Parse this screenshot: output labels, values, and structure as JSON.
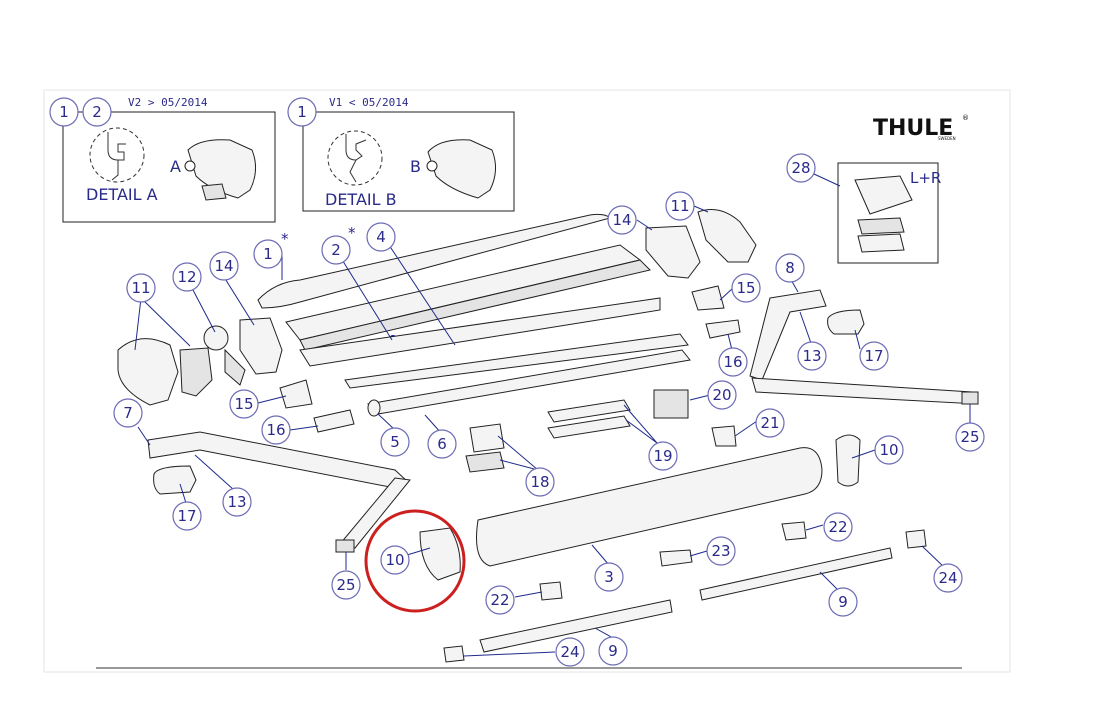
{
  "brand": {
    "name": "THULE",
    "sub": "SWEDEN",
    "mark": "®"
  },
  "details": {
    "v2_label": "V2 > 05/2014",
    "v1_label": "V1 < 05/2014",
    "detail_a_caption": "DETAIL A",
    "detail_b_caption": "DETAIL B",
    "detail_a_marker": "A",
    "detail_b_marker": "B",
    "v2_numbers": [
      "1",
      "2"
    ],
    "v1_numbers": [
      "1"
    ]
  },
  "inset_28": {
    "number": "28",
    "note": "L+R"
  },
  "part_bubbles": [
    {
      "id": "b1",
      "label": "1"
    },
    {
      "id": "b2",
      "label": "2"
    },
    {
      "id": "b4",
      "label": "4"
    },
    {
      "id": "b14r",
      "label": "14"
    },
    {
      "id": "b11r",
      "label": "11"
    },
    {
      "id": "b11l",
      "label": "11"
    },
    {
      "id": "b12",
      "label": "12"
    },
    {
      "id": "b14l",
      "label": "14"
    },
    {
      "id": "b15r",
      "label": "15"
    },
    {
      "id": "b8",
      "label": "8"
    },
    {
      "id": "b16r",
      "label": "16"
    },
    {
      "id": "b13r",
      "label": "13"
    },
    {
      "id": "b17r",
      "label": "17"
    },
    {
      "id": "b15l",
      "label": "15"
    },
    {
      "id": "b20",
      "label": "20"
    },
    {
      "id": "b7",
      "label": "7"
    },
    {
      "id": "b16l",
      "label": "16"
    },
    {
      "id": "b5",
      "label": "5"
    },
    {
      "id": "b6",
      "label": "6"
    },
    {
      "id": "b21",
      "label": "21"
    },
    {
      "id": "b25r",
      "label": "25"
    },
    {
      "id": "b19",
      "label": "19"
    },
    {
      "id": "b10r",
      "label": "10"
    },
    {
      "id": "b18",
      "label": "18"
    },
    {
      "id": "b13l",
      "label": "13"
    },
    {
      "id": "b17l",
      "label": "17"
    },
    {
      "id": "b22r",
      "label": "22"
    },
    {
      "id": "b10c",
      "label": "10"
    },
    {
      "id": "b23",
      "label": "23"
    },
    {
      "id": "b3",
      "label": "3"
    },
    {
      "id": "b24r",
      "label": "24"
    },
    {
      "id": "b25l",
      "label": "25"
    },
    {
      "id": "b22l",
      "label": "22"
    },
    {
      "id": "b9r",
      "label": "9"
    },
    {
      "id": "b24l",
      "label": "24"
    },
    {
      "id": "b9l",
      "label": "9"
    }
  ],
  "asterisk": "*",
  "highlight": {
    "color": "#cc2020",
    "part": "10"
  },
  "colors": {
    "bubble_stroke": "#6b6bb5",
    "number": "#2a2a8a",
    "leader": "#1e2a8c"
  }
}
